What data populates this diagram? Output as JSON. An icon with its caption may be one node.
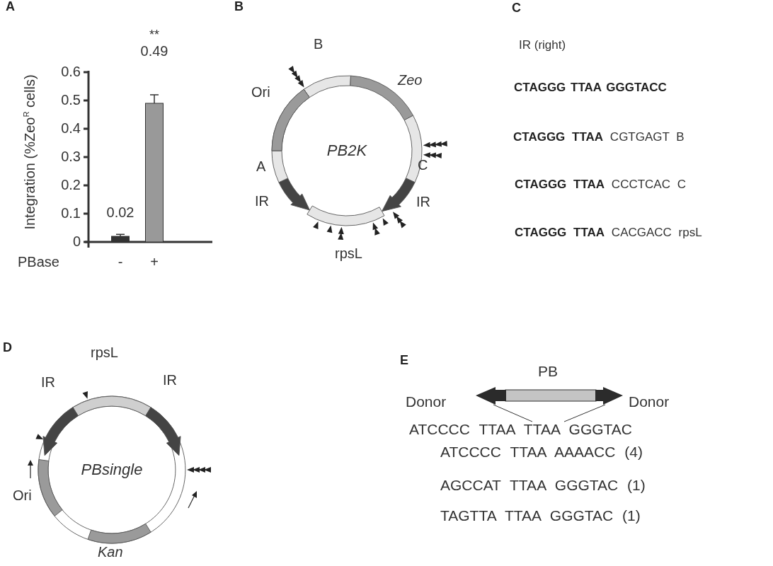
{
  "diagram": {
    "nodes": [
      {
        "text": [
          "PB2K"
        ]
      },
      {
        "text": [
          "PBsingle"
        ]
      },
      {
        "text": [
          "PB"
        ]
      },
      {
        "text": [
          "ATCCCC TTAA TTAA GGGTAC"
        ]
      }
    ],
    "edges": [
      {
        "from": 2,
        "to": 3,
        "arrow": "none"
      },
      {
        "from": 2,
        "to": 3,
        "arrow": "none"
      }
    ],
    "labels": [
      "A",
      "B",
      "C",
      "D",
      "E",
      "B",
      "Zeo",
      "Ori",
      "A",
      "C",
      "IR",
      "IR",
      "rpsL",
      "IR (right)",
      "CTAGGG TTAA GGGTACC",
      "**CTAGGG TTAA** CGTGAGT B",
      "**CTAGGG TTAA** CCCTCAC C",
      "**CTAGGG TTAA** CACGACC rpsL",
      "rpsL",
      "IR",
      "IR",
      "Ori",
      "Kan",
      "Donor",
      "Donor",
      "ATCCCC TTAA AAAACC (4)",
      "AGCCAT TTAA GGGTAC (1)",
      "TAGTTA TTAA GGGTAC (1)"
    ],
    "chart_data": {
      "type": "bar",
      "xlabel": "PBase",
      "ylabel": "Integration (%Zeo$^{R}$ cells)",
      "categories": [
        "-",
        "+"
      ],
      "values": [
        0.02,
        0.49
      ],
      "ylim": [
        0,
        0.6
      ],
      "yticks": [
        0,
        0.1,
        0.2,
        0.3,
        0.4,
        0.5,
        0.6
      ],
      "data_labels": true,
      "annotations": [
        "**"
      ]
    }
  }
}
